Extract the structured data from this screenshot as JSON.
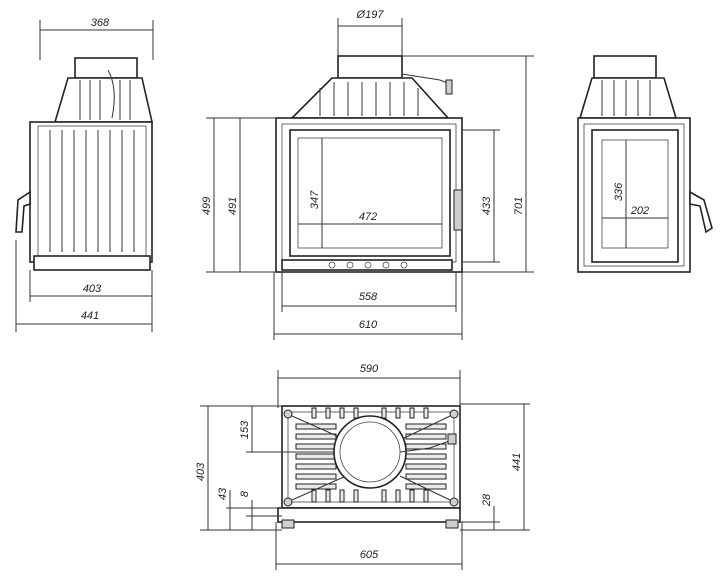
{
  "side_left": {
    "top_width": "368",
    "inner_width": "403",
    "outer_width": "441"
  },
  "front": {
    "flue_diameter": "Ø197",
    "height_total_left": "499",
    "height_door": "491",
    "glass_height": "347",
    "glass_width": "472",
    "right_height": "433",
    "overall_height": "701",
    "door_width": "558",
    "overall_width": "610"
  },
  "side_right": {
    "window_height": "336",
    "window_width": "202"
  },
  "top_view": {
    "top_width": "590",
    "depth": "403",
    "collar_offset": "153",
    "offset_43": "43",
    "offset_8": "8",
    "offset_28": "28",
    "depth_right": "441",
    "bottom_width": "605"
  }
}
